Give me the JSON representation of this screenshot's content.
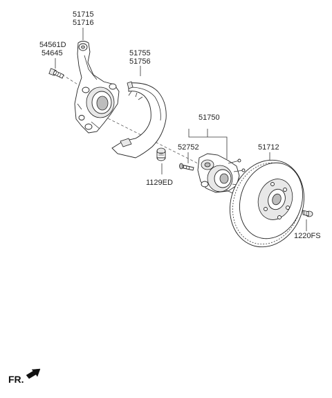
{
  "labels": {
    "knuckle_top": "51715",
    "knuckle_bottom": "51716",
    "bolt_top": "54561D",
    "bolt_bottom": "54645",
    "shield_top": "51755",
    "shield_bottom": "51756",
    "hub_assy": "51750",
    "hub_bolt": "52752",
    "disc": "51712",
    "knuckle_bolt": "1129ED",
    "disc_screw": "1220FS"
  },
  "direction": {
    "label": "FR."
  }
}
